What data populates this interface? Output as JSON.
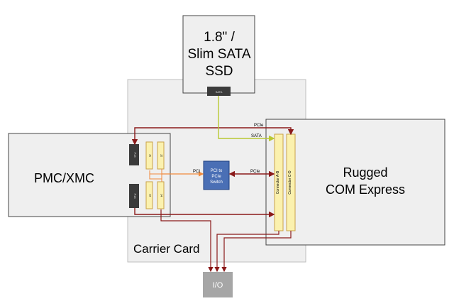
{
  "ssd": {
    "title_line1": "1.8\" /",
    "title_line2": "Slim SATA",
    "title_line3": "SSD",
    "connector_label": "SATA"
  },
  "carrier": {
    "label": "Carrier Card"
  },
  "pmc": {
    "label": "PMC/XMC",
    "conn_p15": "P15",
    "conn_p16": "P16",
    "conn_j1": "J1",
    "conn_j2": "J2",
    "conn_j3": "J3",
    "conn_j4": "J4"
  },
  "com": {
    "label_line1": "Rugged",
    "label_line2": "COM Express",
    "connector_ab": "Connector A-B",
    "connector_cd": "Connector C-D"
  },
  "switch": {
    "line1": "PCI to",
    "line2": "PCIe",
    "line3": "Switch"
  },
  "io": {
    "label": "I/O"
  },
  "links": {
    "pcie_top": "PCIe",
    "sata": "SATA",
    "pci": "PCI",
    "pcie_mid": "PCIe"
  },
  "colors": {
    "pcie": "#8b1a1a",
    "sata": "#b9c832",
    "pci": "#f08a3c",
    "switch_fill": "#4a6fb5",
    "connector_fill": "#fbf1ae",
    "box_fill": "#efefef",
    "io_fill": "#a6a6a6"
  }
}
